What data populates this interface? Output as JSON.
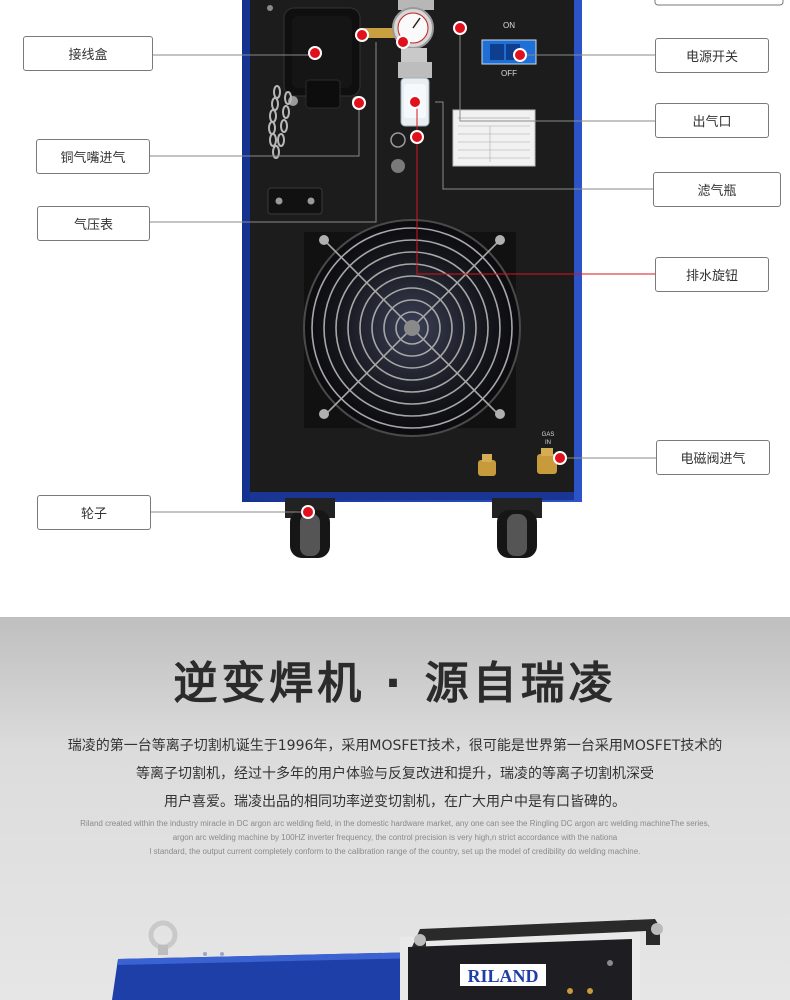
{
  "callouts": {
    "junction_box": "接线盒",
    "copper_nozzle_inlet": "铜气嘴进气",
    "pressure_gauge": "气压表",
    "wheels": "轮子",
    "power_switch": "电源开关",
    "air_outlet": "出气口",
    "filter_bottle": "滤气瓶",
    "drain_knob": "排水旋钮",
    "solenoid_inlet": "电磁阀进气"
  },
  "machine": {
    "switch_on": "ON",
    "switch_off": "OFF",
    "gas_in_top": "GAS",
    "gas_in_bottom": "IN"
  },
  "intro": {
    "headline": "逆变焊机 · 源自瑞凌",
    "cn_line_1": "瑞凌的第一台等离子切割机诞生于1996年，采用MOSFET技术，很可能是世界第一台采用MOSFET技术的",
    "cn_line_2": "等离子切割机，经过十多年的用户体验与反复改进和提升，瑞凌的等离子切割机深受",
    "cn_line_3": "用户喜爱。瑞凌出品的相同功率逆变切割机，在广大用户中是有口皆碑的。",
    "en_line_1": "Riland created within the industry miracle in DC argon arc welding field, in the domestic hardware market, any one can see the Ringling DC argon arc welding machineThe series,",
    "en_line_2": "argon arc welding machine by 100HZ inverter frequency, the control precision is very high,n strict accordance with the nationa",
    "en_line_3": "l standard, the output current completely conform to the calibration range of the country, set up the model of credibility do welding machine."
  },
  "preview": {
    "brand": "RILAND"
  },
  "colors": {
    "machine_blue": "#1f3fa8",
    "panel_black": "#1c1c1c",
    "dot_red": "#e0101c",
    "leader_red": "#d9141e"
  }
}
